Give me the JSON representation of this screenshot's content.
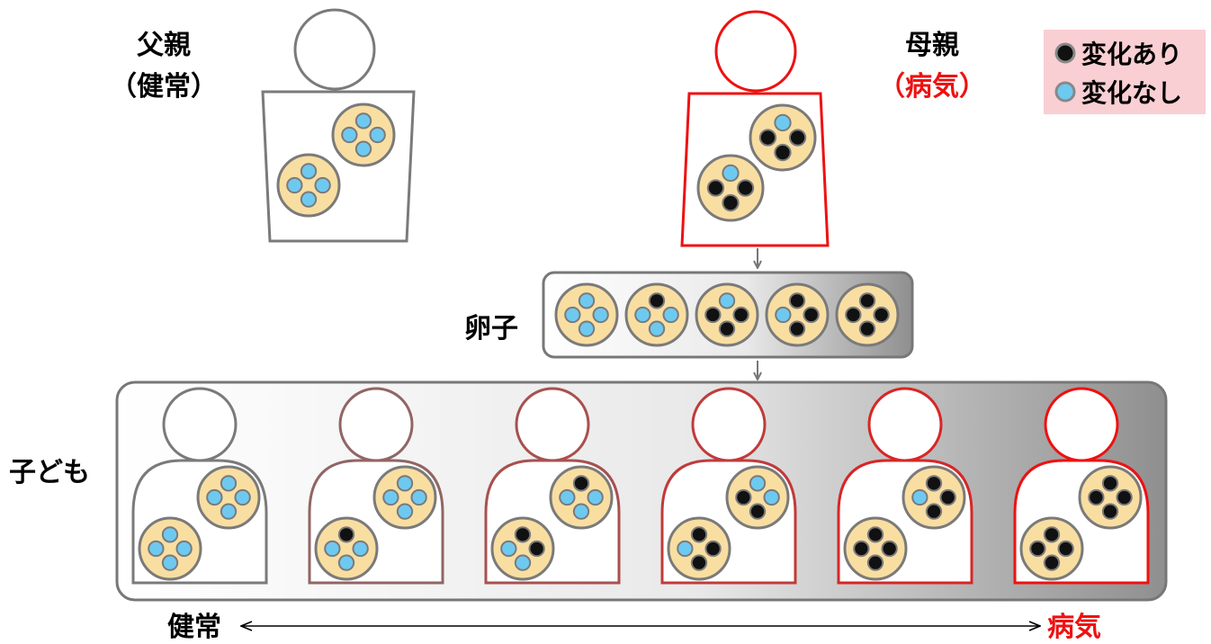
{
  "father": {
    "name": "父親",
    "status": "（健常）"
  },
  "mother": {
    "name": "母親",
    "status": "（病気）"
  },
  "legend": {
    "changed": "変化あり",
    "unchanged": "変化なし"
  },
  "eggs_label": "卵子",
  "children_label": "子ども",
  "scale": {
    "left": "健常",
    "right": "病気"
  },
  "colors": {
    "mito_fill": "#f9dea2",
    "dna_normal": "#6ec9f0",
    "dna_mutant": "#111111",
    "healthy_outline": "#7a7a7a",
    "disease_outline": "#ee1111",
    "legend_bg": "#f9cfd3"
  },
  "father_cells": [
    [
      0,
      0,
      0,
      0
    ],
    [
      0,
      0,
      0,
      0
    ]
  ],
  "mother_cells": [
    [
      0,
      1,
      1,
      1
    ],
    [
      0,
      1,
      1,
      1
    ]
  ],
  "egg_cells": [
    [
      0,
      0,
      0,
      0
    ],
    [
      1,
      0,
      0,
      0
    ],
    [
      0,
      1,
      1,
      1
    ],
    [
      1,
      1,
      1,
      0
    ],
    [
      1,
      1,
      1,
      1
    ]
  ],
  "children": [
    {
      "mutant_fraction": 0.0,
      "cells": [
        [
          0,
          0,
          0,
          0
        ],
        [
          0,
          0,
          0,
          0
        ]
      ]
    },
    {
      "mutant_fraction": 0.125,
      "cells": [
        [
          0,
          0,
          0,
          0
        ],
        [
          1,
          0,
          0,
          0
        ]
      ]
    },
    {
      "mutant_fraction": 0.375,
      "cells": [
        [
          1,
          0,
          0,
          0
        ],
        [
          1,
          1,
          0,
          0
        ]
      ]
    },
    {
      "mutant_fraction": 0.625,
      "cells": [
        [
          0,
          0,
          1,
          1
        ],
        [
          1,
          1,
          1,
          0
        ]
      ]
    },
    {
      "mutant_fraction": 0.875,
      "cells": [
        [
          1,
          1,
          1,
          0
        ],
        [
          1,
          1,
          1,
          1
        ]
      ]
    },
    {
      "mutant_fraction": 1.0,
      "cells": [
        [
          1,
          1,
          1,
          1
        ],
        [
          1,
          1,
          1,
          1
        ]
      ]
    }
  ]
}
